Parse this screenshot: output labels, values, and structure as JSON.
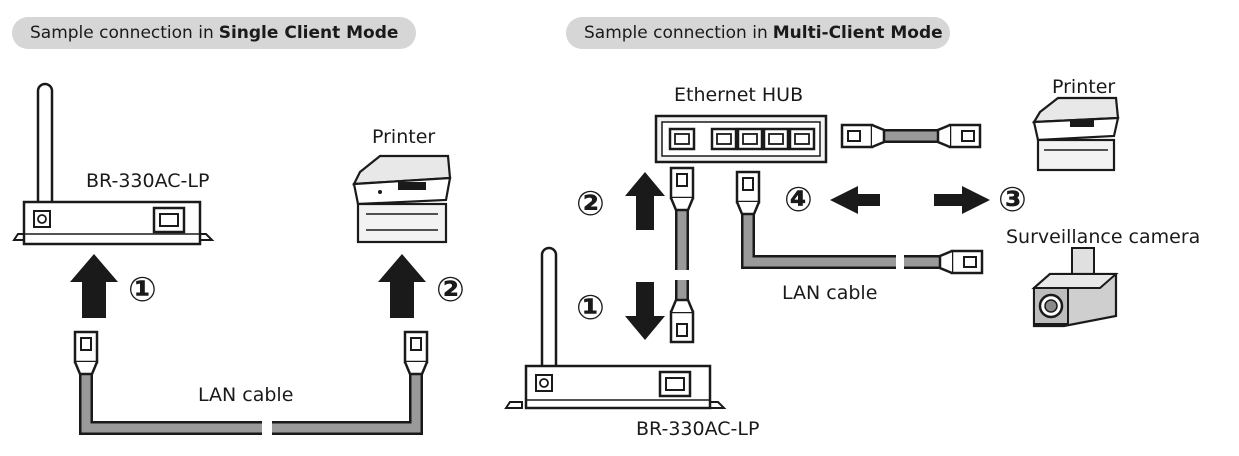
{
  "single_mode": {
    "caption_prefix": "Sample connection in",
    "caption_mode": "Single Client Mode",
    "device_label": "BR-330AC-LP",
    "printer_label": "Printer",
    "cable_label": "LAN cable",
    "step_1": "①",
    "step_2": "②"
  },
  "multi_mode": {
    "caption_prefix": "Sample connection in",
    "caption_mode": "Multi-Client Mode",
    "hub_label": "Ethernet HUB",
    "printer_label": "Printer",
    "camera_label": "Surveillance camera",
    "cable_label": "LAN cable",
    "device_label": "BR-330AC-LP",
    "step_1": "①",
    "step_2": "②",
    "step_3": "③",
    "step_4": "④"
  }
}
